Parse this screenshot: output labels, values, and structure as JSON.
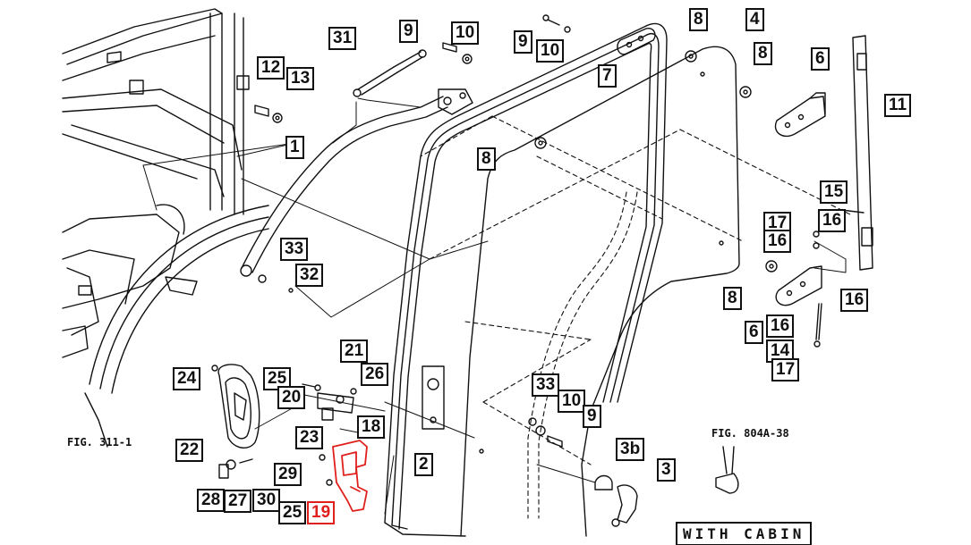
{
  "figure_refs": {
    "left": "FIG. 311-1",
    "right": "FIG. 804A-38"
  },
  "badge": "WITH CABIN",
  "highlight_color": "#e0201c",
  "callouts": [
    "31",
    "9",
    "10",
    "9",
    "10",
    "7",
    "8",
    "4",
    "8",
    "6",
    "11",
    "12",
    "13",
    "1",
    "8",
    "15",
    "17",
    "16",
    "16",
    "8",
    "6",
    "16",
    "16",
    "14",
    "17",
    "33",
    "32",
    "21",
    "25",
    "26",
    "24",
    "20",
    "18",
    "33",
    "10",
    "9",
    "23",
    "22",
    "2",
    "3b",
    "29",
    "19",
    "28",
    "27",
    "30",
    "25",
    "3"
  ],
  "highlighted_callout": "19"
}
